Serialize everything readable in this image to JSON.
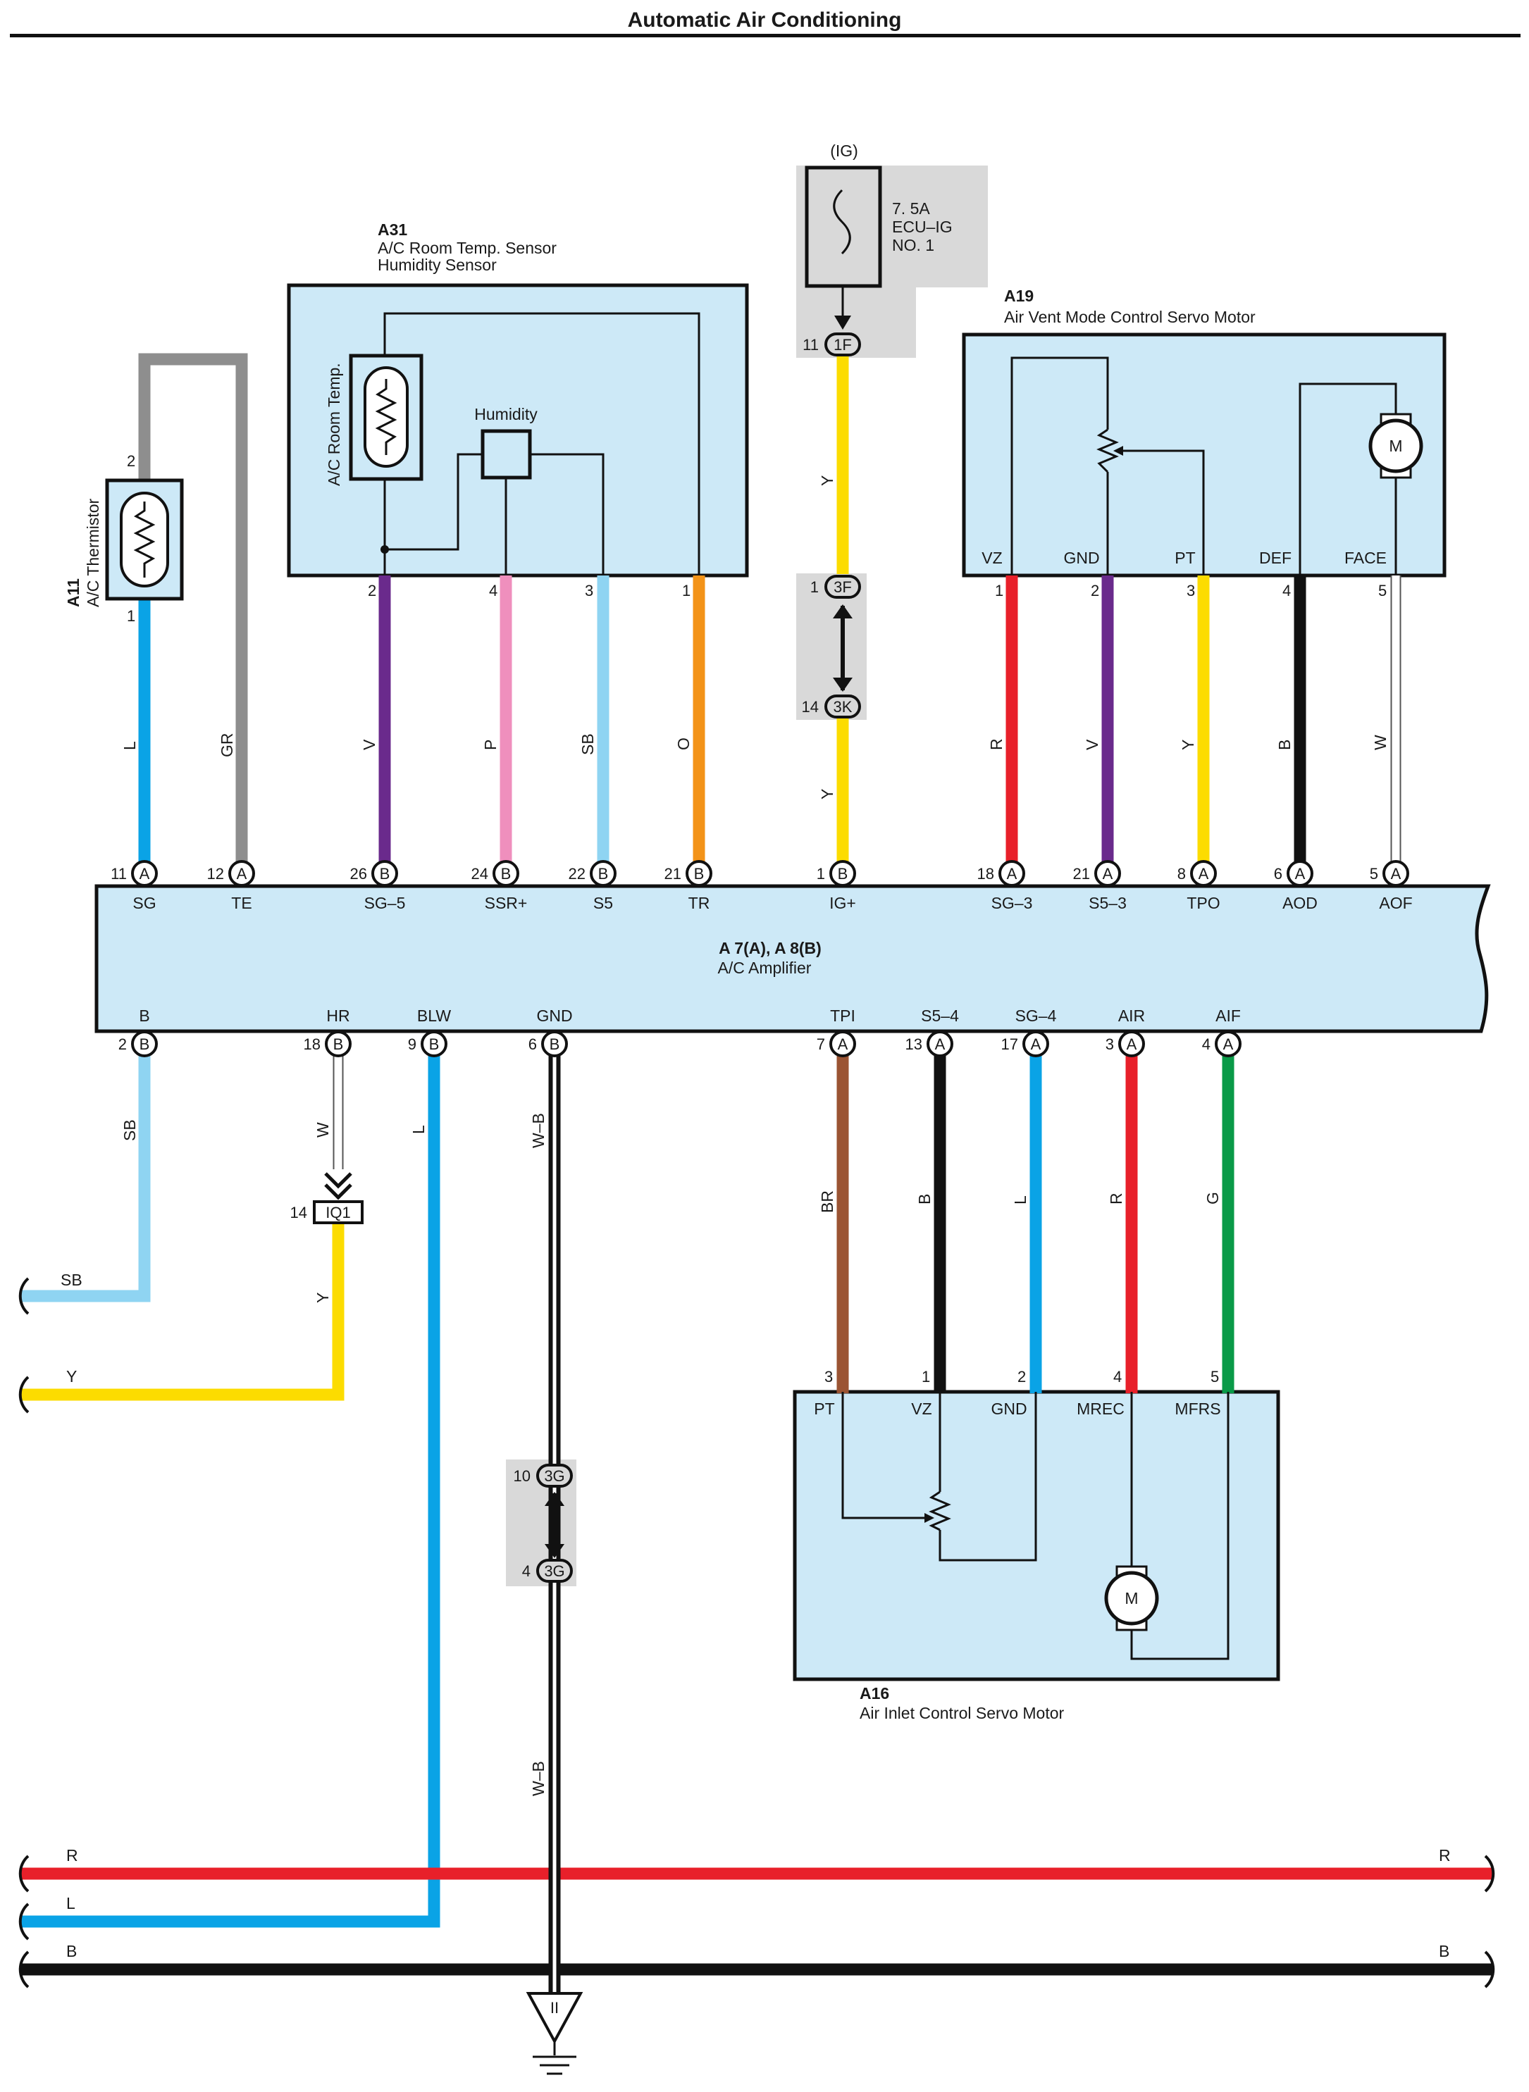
{
  "title": "Automatic Air Conditioning",
  "colors": {
    "L": "#0aa3e6",
    "GR": "#8e8e8e",
    "V": "#6a2a8c",
    "P": "#ef8fbd",
    "SB": "#8fd4f2",
    "O": "#f39318",
    "Y": "#fcdc00",
    "R": "#e8202a",
    "B": "#111111",
    "W": "#ffffff",
    "BR": "#9b5433",
    "G": "#0a9a48",
    "box_fill": "#cde9f7",
    "shade": "#d9d9d9"
  },
  "components": {
    "a11": {
      "code": "A11",
      "name": "A/C Thermistor",
      "pin_top": "2",
      "pin_bottom": "1"
    },
    "a31": {
      "code": "A31",
      "name1": "A/C Room Temp.  Sensor",
      "name2": "Humidity Sensor",
      "room_temp": "A/C Room Temp.",
      "humidity": "Humidity",
      "pins": [
        "2",
        "4",
        "3",
        "1"
      ]
    },
    "fuse": {
      "source": "(IG)",
      "rating": "7. 5A",
      "name": "ECU–IG",
      "number": "NO. 1"
    },
    "a19": {
      "code": "A19",
      "name": "Air Vent Mode Control Servo Motor",
      "terminals": [
        "VZ",
        "GND",
        "PT",
        "DEF",
        "FACE"
      ],
      "pins": [
        "1",
        "2",
        "3",
        "4",
        "5"
      ]
    },
    "amp": {
      "code": "A 7(A), A 8(B)",
      "name": "A/C Amplifier",
      "top_terminals": [
        "SG",
        "TE",
        "SG–5",
        "SSR+",
        "S5",
        "TR",
        "IG+",
        "SG–3",
        "S5–3",
        "TPO",
        "AOD",
        "AOF"
      ],
      "bottom_terminals": [
        "B",
        "HR",
        "BLW",
        "GND",
        "TPI",
        "S5–4",
        "SG–4",
        "AIR",
        "AIF"
      ]
    },
    "a16": {
      "code": "A16",
      "name": "Air Inlet Control Servo Motor",
      "terminals": [
        "PT",
        "VZ",
        "GND",
        "MREC",
        "MFRS"
      ],
      "pins": [
        "3",
        "1",
        "2",
        "4",
        "5"
      ]
    }
  },
  "motor_symbol": "M",
  "connectors": {
    "c1f": {
      "id": "1F",
      "pin": "11"
    },
    "c3f": {
      "id": "3F",
      "pin": "1"
    },
    "c3k": {
      "id": "3K",
      "pin": "14"
    },
    "iq1": {
      "id": "IQ1",
      "pin": "14"
    },
    "c3g_top": {
      "id": "3G",
      "pin": "10"
    },
    "c3g_bot": {
      "id": "3G",
      "pin": "4"
    }
  },
  "amp_pins_top": [
    {
      "num": "11",
      "conn": "A"
    },
    {
      "num": "12",
      "conn": "A"
    },
    {
      "num": "26",
      "conn": "B"
    },
    {
      "num": "24",
      "conn": "B"
    },
    {
      "num": "22",
      "conn": "B"
    },
    {
      "num": "21",
      "conn": "B"
    },
    {
      "num": "1",
      "conn": "B"
    },
    {
      "num": "18",
      "conn": "A"
    },
    {
      "num": "21",
      "conn": "A"
    },
    {
      "num": "8",
      "conn": "A"
    },
    {
      "num": "6",
      "conn": "A"
    },
    {
      "num": "5",
      "conn": "A"
    }
  ],
  "amp_pins_bottom": [
    {
      "num": "2",
      "conn": "B"
    },
    {
      "num": "18",
      "conn": "B"
    },
    {
      "num": "9",
      "conn": "B"
    },
    {
      "num": "6",
      "conn": "B"
    },
    {
      "num": "7",
      "conn": "A"
    },
    {
      "num": "13",
      "conn": "A"
    },
    {
      "num": "17",
      "conn": "A"
    },
    {
      "num": "3",
      "conn": "A"
    },
    {
      "num": "4",
      "conn": "A"
    }
  ],
  "wire_labels_top": [
    "L",
    "GR",
    "V",
    "P",
    "SB",
    "O",
    "Y",
    "Y",
    "R",
    "V",
    "Y",
    "B",
    "W"
  ],
  "wire_labels_bottom": [
    "SB",
    "W",
    "Y",
    "L",
    "W–B",
    "W–B",
    "BR",
    "B",
    "L",
    "R",
    "G"
  ],
  "bus": {
    "sb_left": "SB",
    "y_left": "Y",
    "r_left": "R",
    "r_right": "R",
    "l_left": "L",
    "b_left": "B",
    "b_right": "B"
  },
  "ground_symbol": "II"
}
